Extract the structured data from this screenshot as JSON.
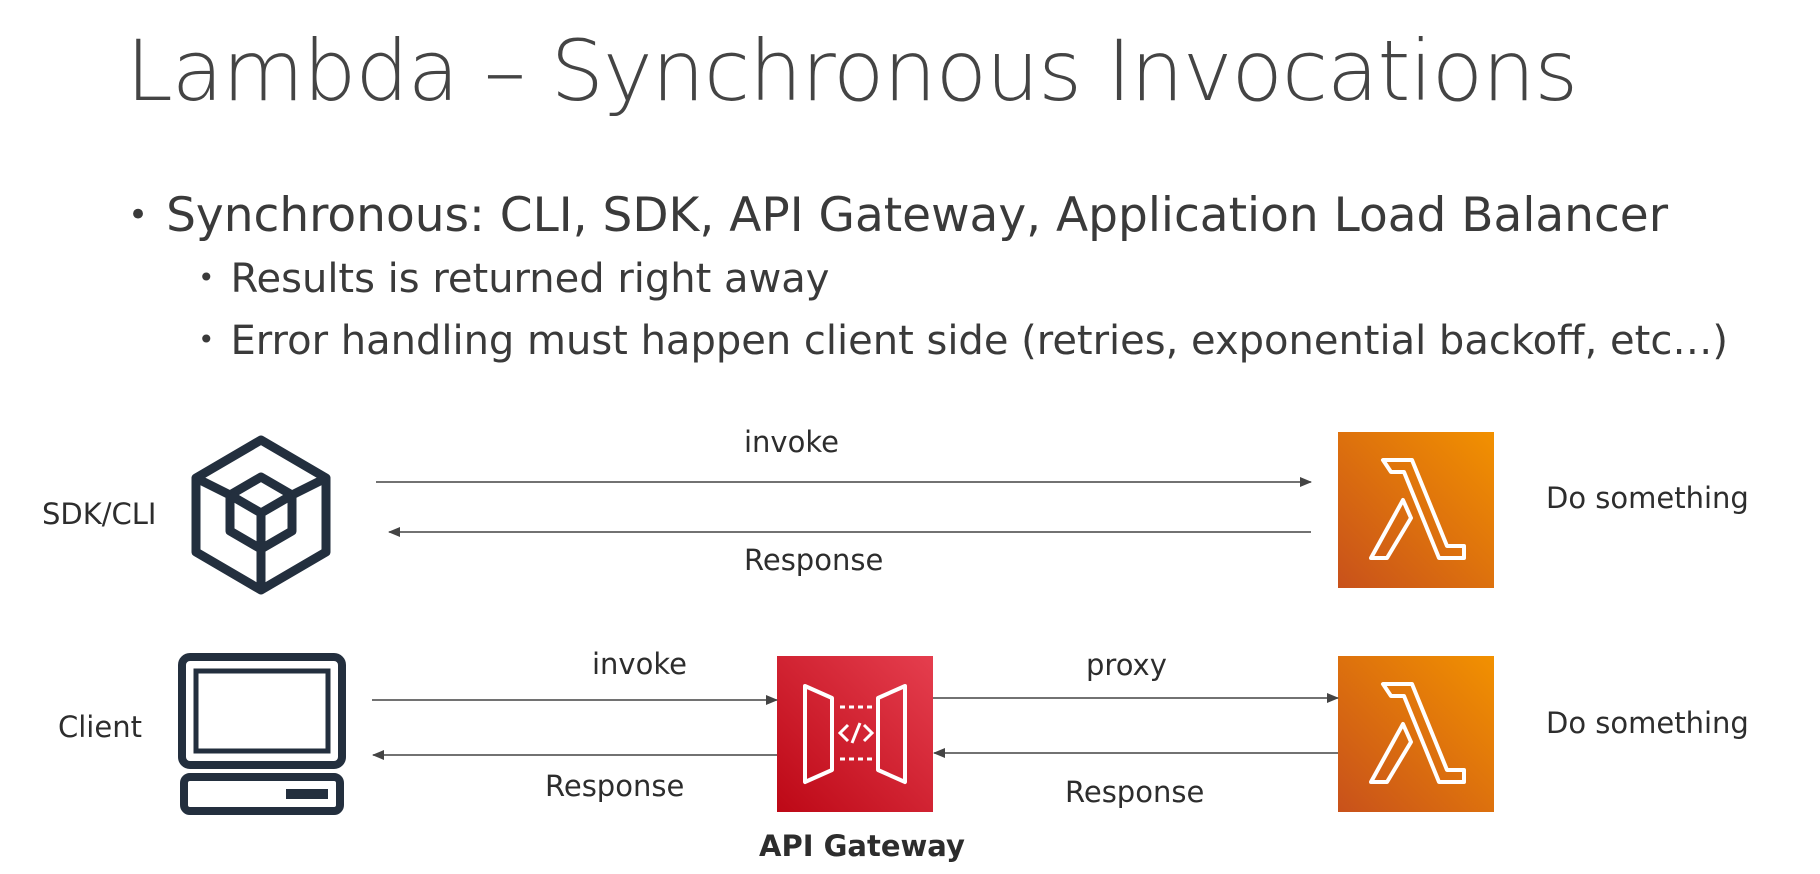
{
  "slide": {
    "title": "Lambda – Synchronous Invocations",
    "bullets": [
      {
        "level": 1,
        "text": "Synchronous: CLI, SDK, API Gateway, Application Load Balancer"
      },
      {
        "level": 2,
        "text": "Results is returned right away"
      },
      {
        "level": 2,
        "text": "Error handling must happen client side (retries, exponential backoff, etc…)"
      }
    ]
  },
  "diagram": {
    "row1": {
      "source_label": "SDK/CLI",
      "request_label": "invoke",
      "response_label": "Response",
      "target_label": "Do something",
      "source_icon": "sdk-cube-icon",
      "target_icon": "lambda-icon"
    },
    "row2": {
      "source_label": "Client",
      "request_label": "invoke",
      "response_label": "Response",
      "proxy_label": "proxy",
      "proxy_response_label": "Response",
      "gateway_label": "API Gateway",
      "target_label": "Do something",
      "source_icon": "computer-client-icon",
      "gateway_icon": "api-gateway-icon",
      "target_icon": "lambda-icon"
    },
    "colors": {
      "lambda_light": "#F29100",
      "lambda_dark": "#D05C17",
      "gateway_light": "#E03C4D",
      "gateway_dark": "#C7131F",
      "icon_dark": "#232F3E",
      "arrow": "#444444"
    }
  }
}
